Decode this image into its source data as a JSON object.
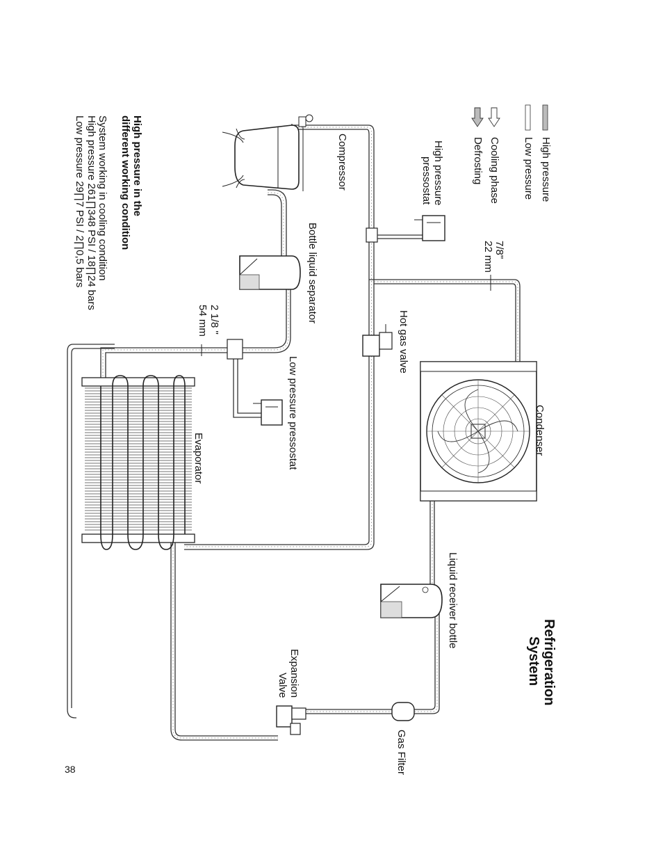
{
  "title_line1": "Refrigeration",
  "title_line2": "System",
  "legend": {
    "high_pressure": "High pressure",
    "low_pressure": "Low pressure",
    "cooling_phase": "Cooling phase",
    "defrosting": "Defrosting"
  },
  "components": {
    "compressor": "Compressor",
    "high_pressure_pressostat_1": "High pressure",
    "high_pressure_pressostat_2": "pressostat",
    "bottle_liquid_separator": "Bottle liquid separator",
    "hot_gas_valve": "Hot gas valve",
    "condenser": "Condenser",
    "low_pressure_pressostat": "Low pressure pressostat",
    "evaporator": "Evaporator",
    "liquid_receiver_bottle": "Liquid receiver bottle",
    "expansion_valve_1": "Expansion",
    "expansion_valve_2": "Valve",
    "gas_filter": "Gas Filter"
  },
  "dimensions": {
    "d1_inch": "7/8\"",
    "d1_mm": "22 mm",
    "d2_inch": "2 1/8 \"",
    "d2_mm": "54 mm"
  },
  "notes": {
    "heading_1": "High pressure in the",
    "heading_2": "different working condition",
    "line_1": "System working in cooling condition",
    "line_2": "High pressure 261∏348 PSI / 18∏24 bars",
    "line_3": "Low pressure 29∏7 PSI / 2∏0,5 bars"
  },
  "page_number": "38"
}
